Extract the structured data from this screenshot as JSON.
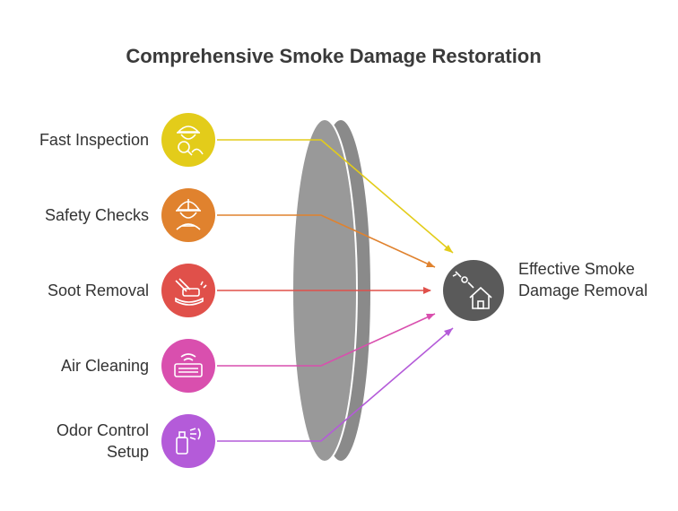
{
  "title": "Comprehensive Smoke Damage Restoration",
  "inputs": [
    {
      "label": "Fast Inspection",
      "color": "#e3cc1a",
      "icon": "inspector-magnifier-icon"
    },
    {
      "label": "Safety Checks",
      "color": "#e0822e",
      "icon": "safety-worker-icon"
    },
    {
      "label": "Soot Removal",
      "color": "#e0504a",
      "icon": "cleaning-brush-icon"
    },
    {
      "label": "Air Cleaning",
      "color": "#d94fae",
      "icon": "air-purifier-icon"
    },
    {
      "label": "Odor Control Setup",
      "color": "#b45bd9",
      "icon": "spray-can-icon"
    }
  ],
  "lens_color": "#999999",
  "outcome": {
    "label": "Effective Smoke Damage Removal",
    "color": "#5a5a5a",
    "icon": "house-repair-icon"
  }
}
